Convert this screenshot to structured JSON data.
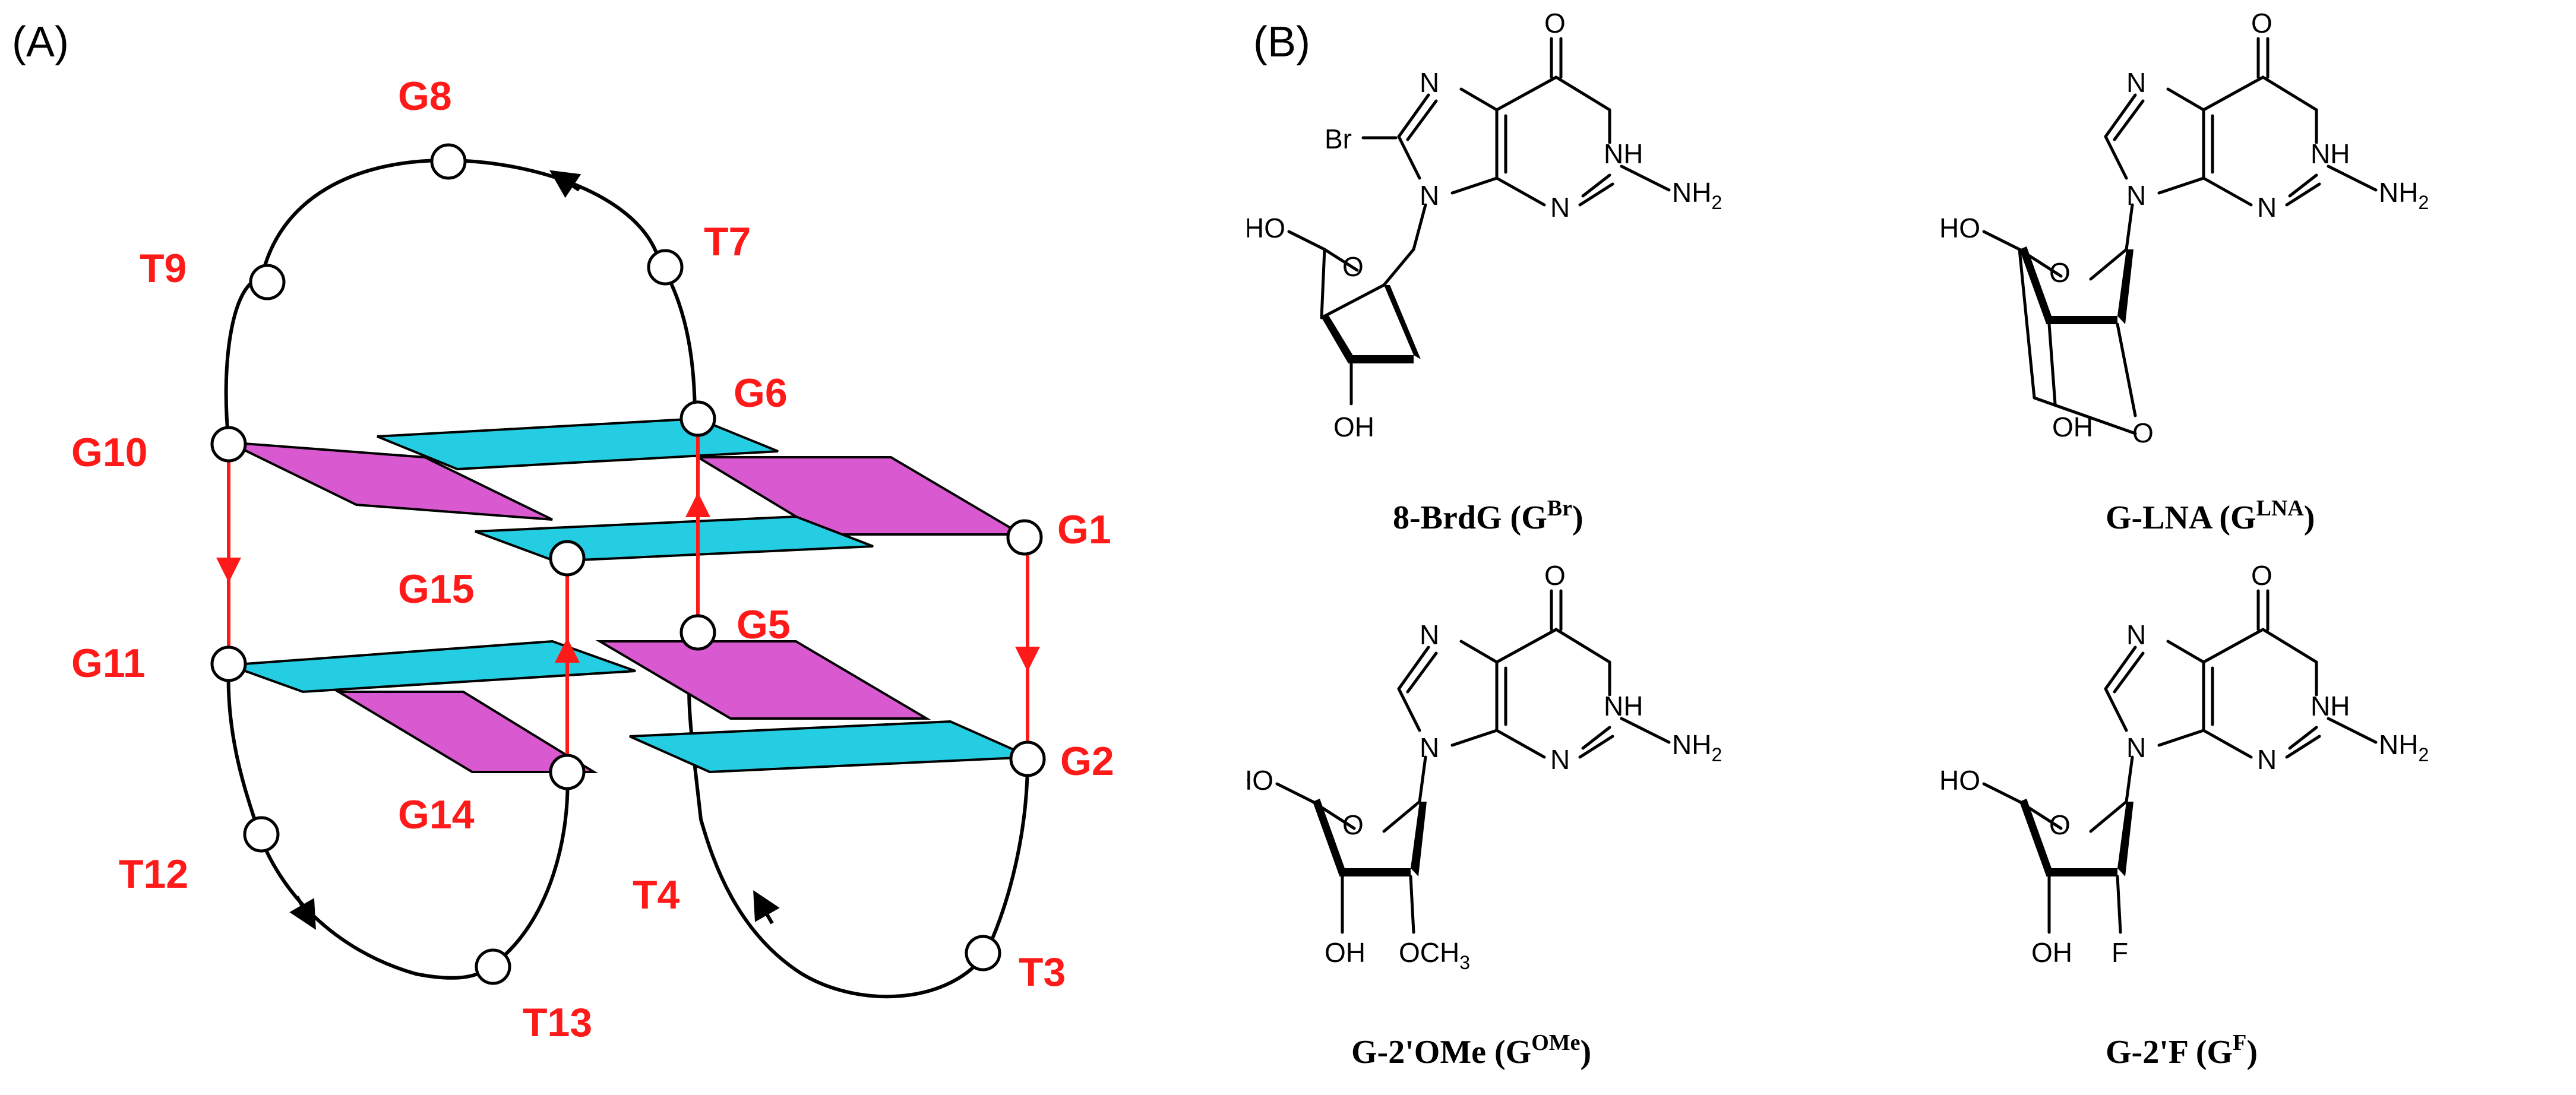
{
  "panel_a": {
    "label": "(A)",
    "nucleotides": [
      "G1",
      "G2",
      "T3",
      "T4",
      "G5",
      "G6",
      "T7",
      "G8",
      "T9",
      "G10",
      "G11",
      "T12",
      "T13",
      "G14",
      "G15"
    ],
    "colors": {
      "label": "#ff1a1a",
      "tetrad_magenta": "#d95ad0",
      "tetrad_cyan": "#25cde3",
      "strand": "#000000",
      "link": "#ff1a1a"
    }
  },
  "panel_b": {
    "label": "(B)",
    "structures": [
      {
        "caption": "8-BrdG (G",
        "sup": "Br",
        "close": ")",
        "substituent": "Br"
      },
      {
        "caption": "G-LNA (G",
        "sup": "LNA",
        "close": ")",
        "substituent": "O"
      },
      {
        "caption": "G-2'OMe (G",
        "sup": "OMe",
        "close": ")",
        "substituent": "OCH3"
      },
      {
        "caption": "G-2'F (G",
        "sup": "F",
        "close": ")",
        "substituent": "F"
      }
    ],
    "atoms": {
      "o": "O",
      "n": "N",
      "nh": "NH",
      "nh2": "NH",
      "h2sub": "2",
      "ho": "HO",
      "oh": "OH",
      "och": "OCH",
      "ch3sub": "3",
      "f": "F",
      "br": "Br"
    }
  }
}
